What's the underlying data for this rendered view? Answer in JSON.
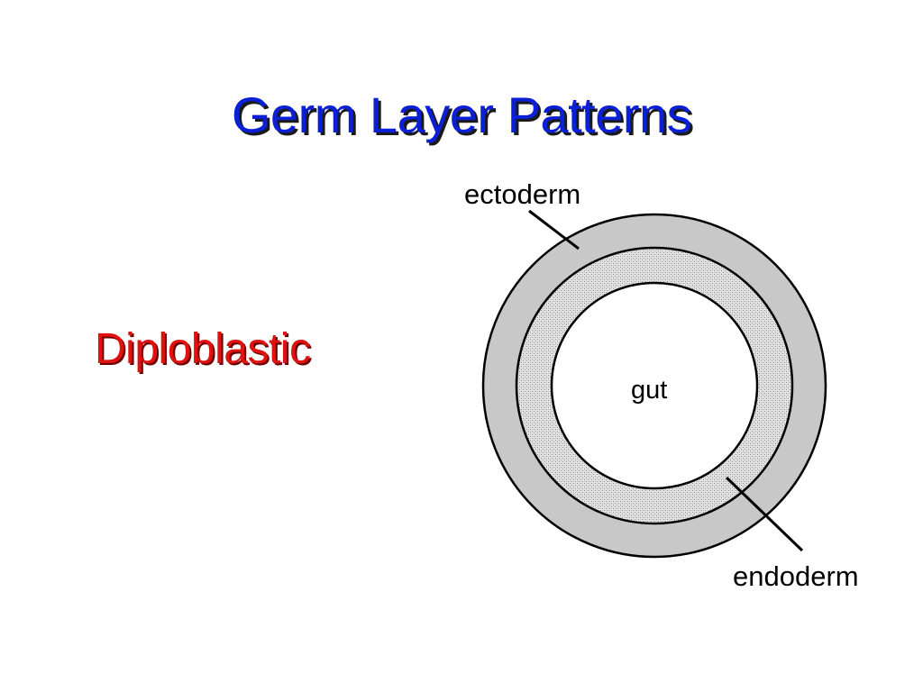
{
  "slide": {
    "title": "Germ Layer Patterns",
    "subtitle": "Diploblastic"
  },
  "diagram": {
    "labels": {
      "outer_layer": "ectoderm",
      "inner_layer": "endoderm",
      "cavity": "gut"
    }
  },
  "colors": {
    "title": "#0a1fd6",
    "subtitle": "#e0110f",
    "outer_layer": "#c8c8c8",
    "inner_layer_stipple": "#d9d9d9",
    "cavity": "#ffffff",
    "outline": "#000000"
  }
}
